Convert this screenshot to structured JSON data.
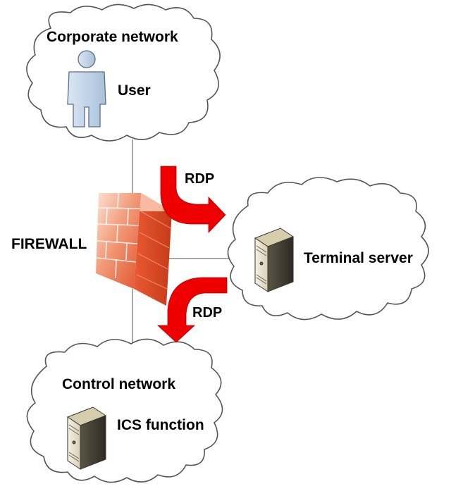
{
  "diagram": {
    "corporate_network": {
      "title": "Corporate network",
      "user_label": "User"
    },
    "firewall": {
      "label": "FIREWALL"
    },
    "terminal_server": {
      "label": "Terminal server"
    },
    "control_network": {
      "title": "Control network",
      "ics_label": "ICS function"
    },
    "connections": {
      "rdp_top": "RDP",
      "rdp_bottom": "RDP"
    },
    "colors": {
      "cloud_stroke": "#555555",
      "link_line": "#8c8c8c",
      "arrow_red": "#ee0000",
      "firewall_brick": "#ef7f5c",
      "user_fill": "#bcd0e6",
      "server_fill": "#e6dfcc"
    }
  }
}
